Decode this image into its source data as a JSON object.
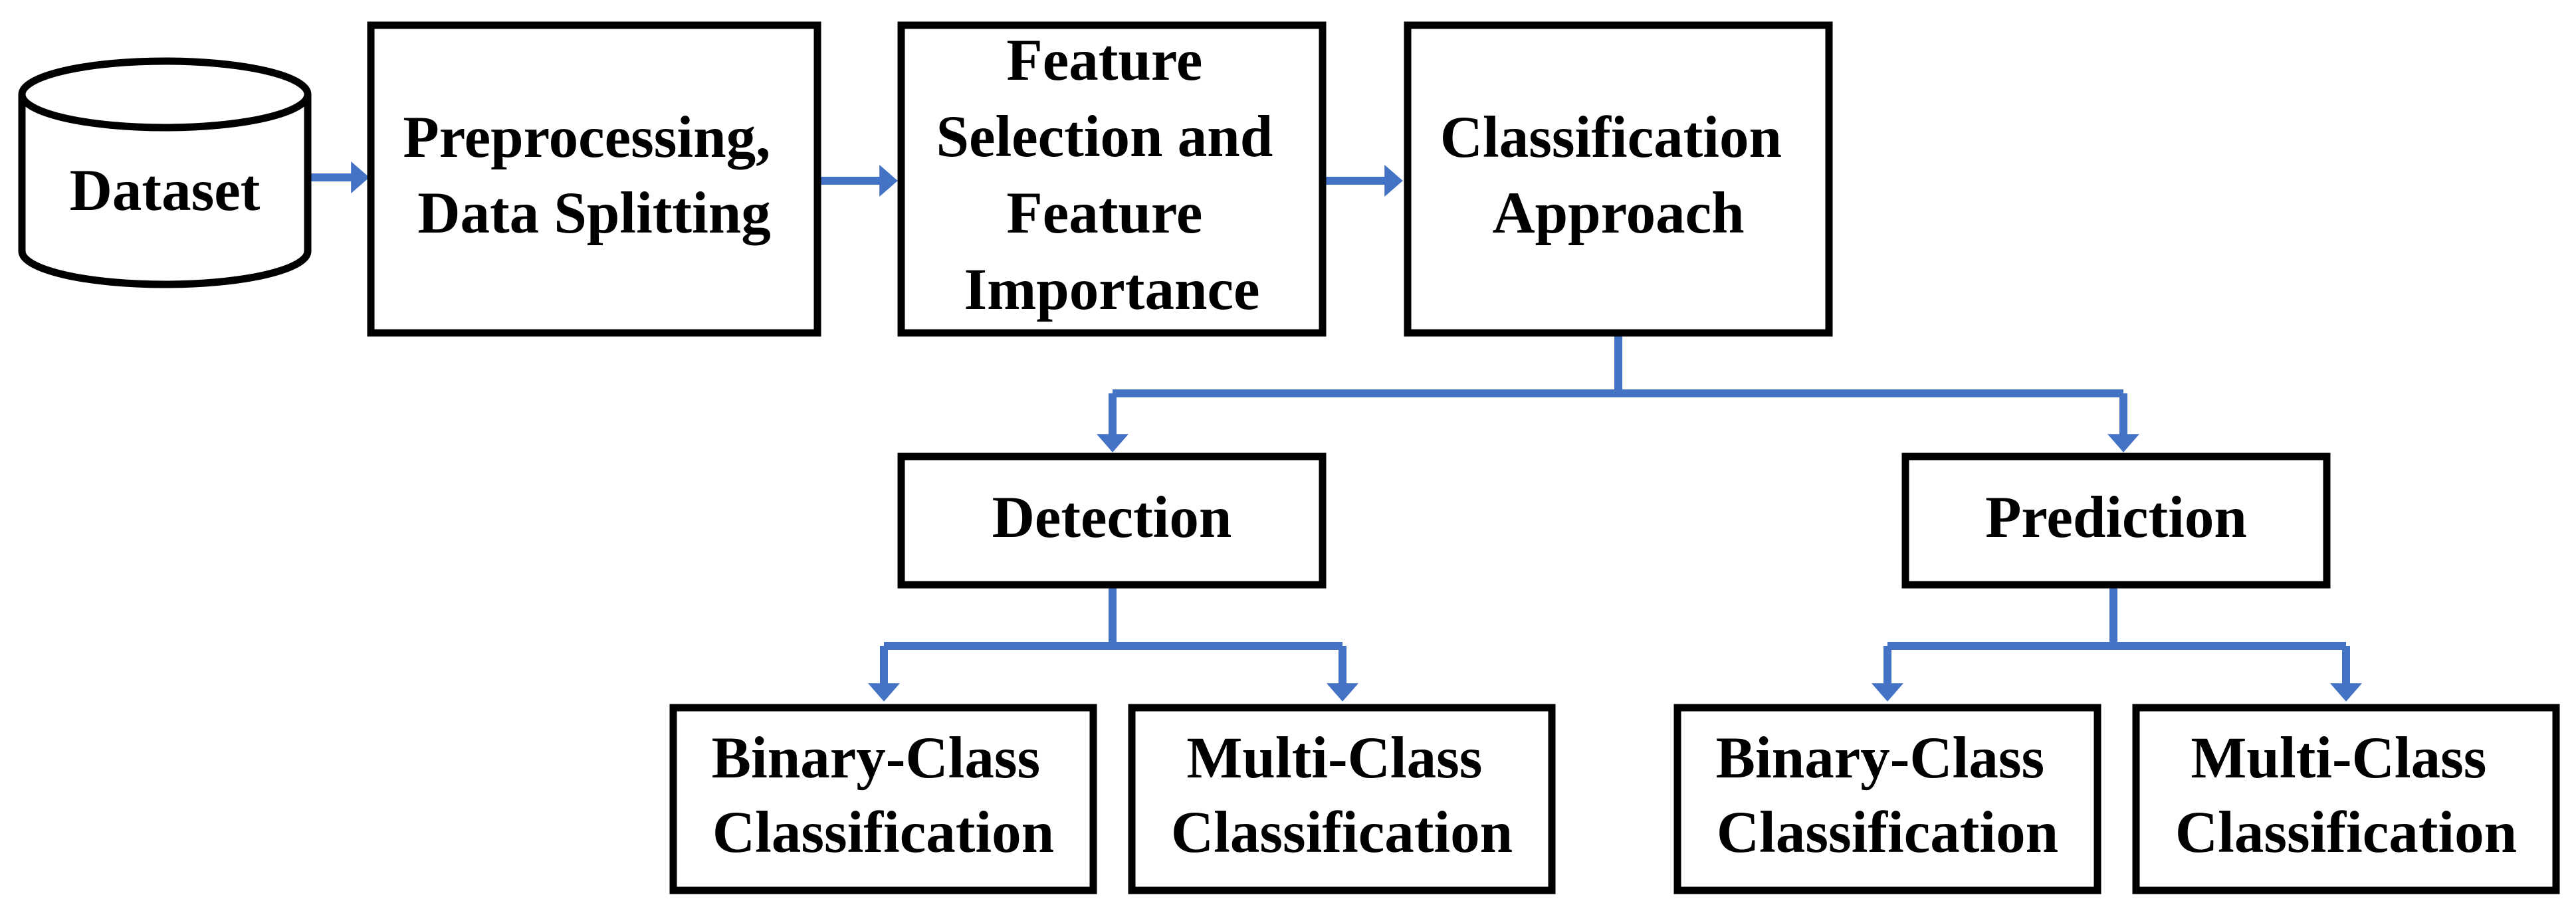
{
  "colors": {
    "connector": "#4472C4",
    "box_border": "#000000",
    "text": "#000000",
    "background": "#FFFFFF"
  },
  "nodes": {
    "dataset": {
      "lines": [
        "Dataset"
      ]
    },
    "preprocessing": {
      "lines": [
        "Preprocessing,",
        "Data Splitting"
      ]
    },
    "feature_selection": {
      "lines": [
        "Feature",
        "Selection and",
        "Feature",
        "Importance"
      ]
    },
    "classification_approach": {
      "lines": [
        "Classification",
        "Approach"
      ]
    },
    "detection": {
      "lines": [
        "Detection"
      ]
    },
    "prediction": {
      "lines": [
        "Prediction"
      ]
    },
    "detection_binary": {
      "lines": [
        "Binary-Class",
        "Classification"
      ]
    },
    "detection_multi": {
      "lines": [
        "Multi-Class",
        "Classification"
      ]
    },
    "prediction_binary": {
      "lines": [
        "Binary-Class",
        "Classification"
      ]
    },
    "prediction_multi": {
      "lines": [
        "Multi-Class",
        "Classification"
      ]
    }
  },
  "edges": [
    {
      "from": "dataset",
      "to": "preprocessing"
    },
    {
      "from": "preprocessing",
      "to": "feature_selection"
    },
    {
      "from": "feature_selection",
      "to": "classification_approach"
    },
    {
      "from": "classification_approach",
      "to": "detection"
    },
    {
      "from": "classification_approach",
      "to": "prediction"
    },
    {
      "from": "detection",
      "to": "detection_binary"
    },
    {
      "from": "detection",
      "to": "detection_multi"
    },
    {
      "from": "prediction",
      "to": "prediction_binary"
    },
    {
      "from": "prediction",
      "to": "prediction_multi"
    }
  ]
}
